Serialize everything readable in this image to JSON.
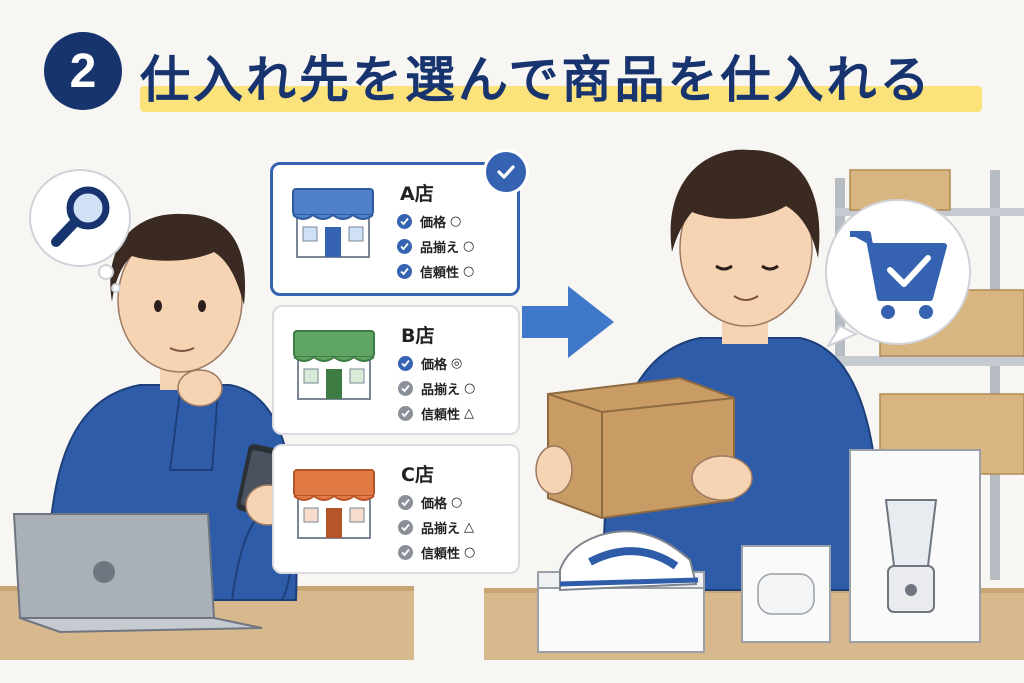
{
  "header": {
    "step_number": "2",
    "title": "仕入れ先を選んで商品を仕入れる"
  },
  "stores": [
    {
      "name": "A店",
      "awning_color": "#4f7fc9",
      "selected": true,
      "criteria": [
        {
          "label": "価格",
          "mark": "○"
        },
        {
          "label": "品揃え",
          "mark": "○"
        },
        {
          "label": "信頼性",
          "mark": "○"
        }
      ]
    },
    {
      "name": "B店",
      "awning_color": "#5fa564",
      "selected": false,
      "criteria": [
        {
          "label": "価格",
          "mark": "◎"
        },
        {
          "label": "品揃え",
          "mark": "○"
        },
        {
          "label": "信頼性",
          "mark": "△"
        }
      ]
    },
    {
      "name": "C店",
      "awning_color": "#e27a45",
      "selected": false,
      "criteria": [
        {
          "label": "価格",
          "mark": "○"
        },
        {
          "label": "品揃え",
          "mark": "△"
        },
        {
          "label": "信頼性",
          "mark": "○"
        }
      ]
    }
  ],
  "icons": {
    "search_bubble": "magnifier-icon",
    "cart_bubble": "cart-check-icon",
    "selected_marker": "check-circle-icon",
    "flow": "arrow-right-icon"
  },
  "colors": {
    "navy": "#17346f",
    "accent_blue": "#3563b1",
    "highlight_yellow": "#fbe27a",
    "shirt_blue": "#2f5ca8",
    "check_gray": "#8a8f98"
  }
}
